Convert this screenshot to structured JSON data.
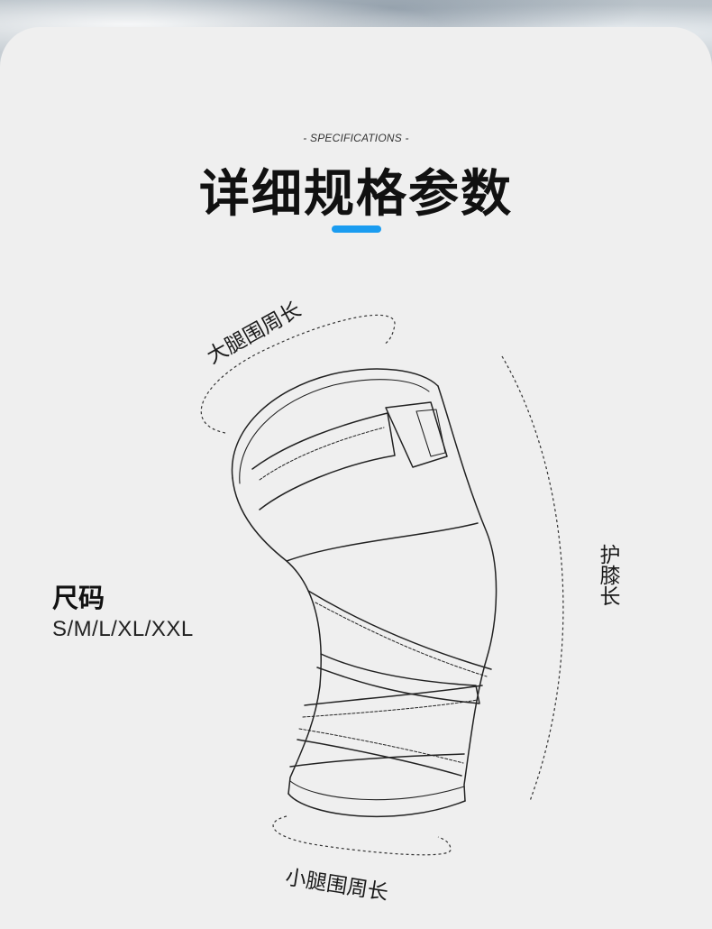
{
  "header": {
    "subtitle": "- SPECIFICATIONS -",
    "title": "详细规格参数",
    "accent_color": "#1a9cf0"
  },
  "sizes": {
    "title": "尺码",
    "values": "S/M/L/XL/XXL"
  },
  "diagram": {
    "thigh_label": "大腿围周长",
    "calf_label": "小腿围周长",
    "length_label": "护膝长",
    "product": "knee-brace-outline-drawing"
  }
}
